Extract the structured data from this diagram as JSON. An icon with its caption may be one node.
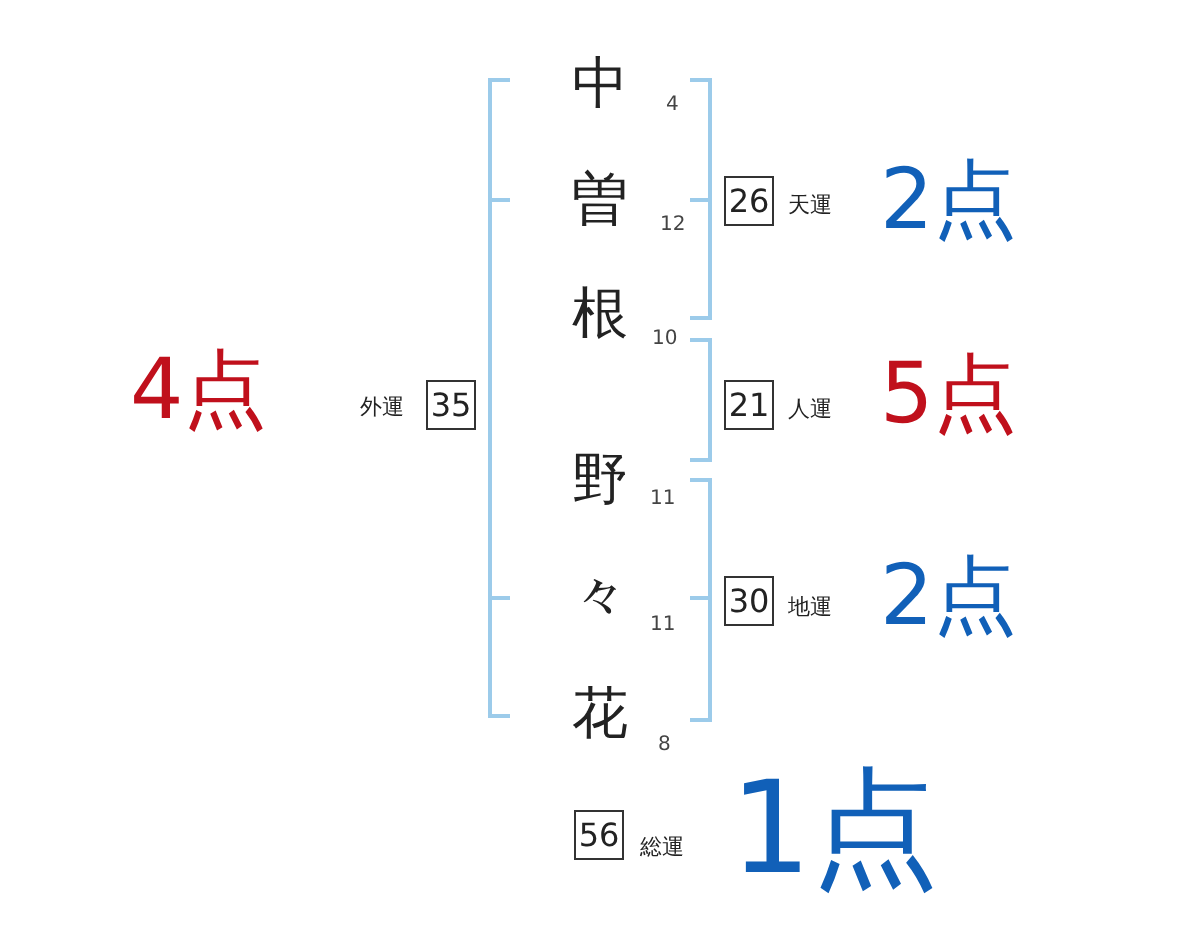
{
  "diagram": {
    "nodes": [
      {
        "text": [
          "26"
        ],
        "beside": [
          "天運",
          "2点"
        ]
      },
      {
        "text": [
          "35"
        ],
        "beside": [
          "4点",
          "外運"
        ]
      },
      {
        "text": [
          "21"
        ],
        "beside": [
          "人運",
          "5点"
        ]
      },
      {
        "text": [
          "30"
        ],
        "beside": [
          "地運",
          "2点"
        ]
      },
      {
        "text": [
          "56"
        ],
        "beside": [
          "総運",
          "1点"
        ]
      }
    ],
    "labels": [
      "中",
      "4",
      "曽",
      "12",
      "根",
      "10",
      "野",
      "11",
      "々",
      "11",
      "花",
      "8"
    ]
  }
}
